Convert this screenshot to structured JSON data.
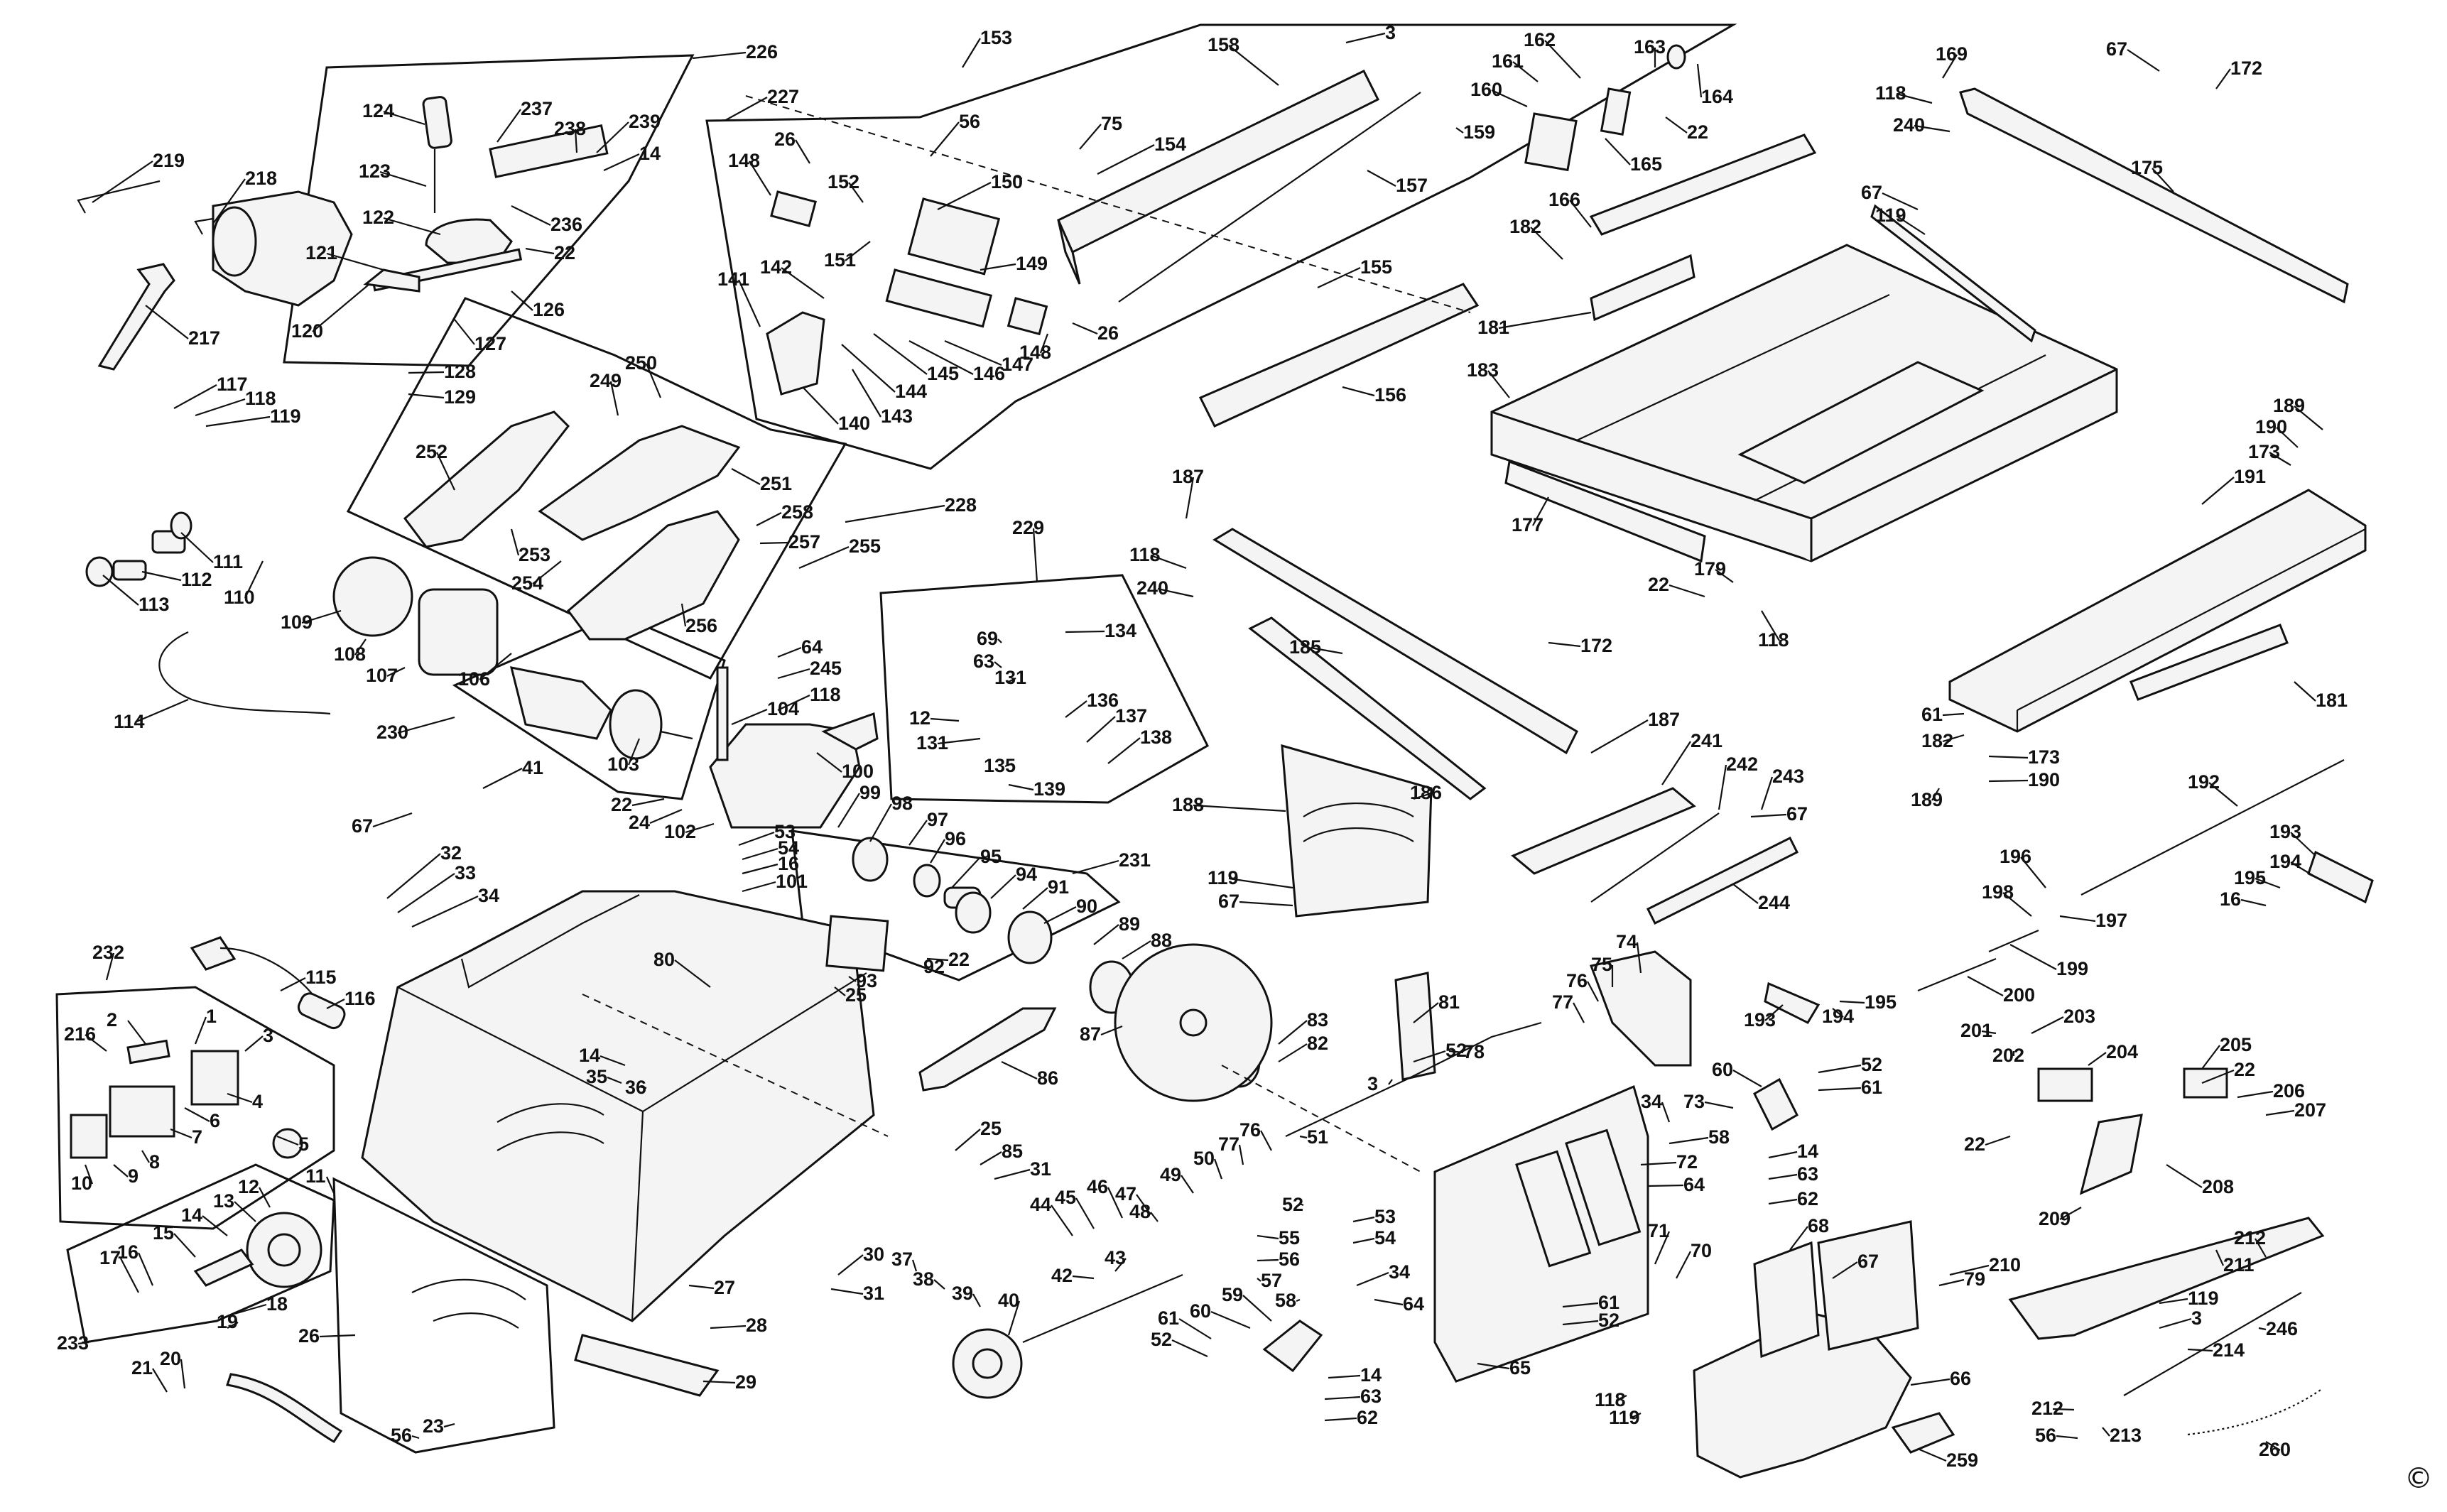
{
  "copyright_mark": "©",
  "part_numbers": [
    "1",
    "2",
    "3",
    "4",
    "5",
    "6",
    "7",
    "8",
    "9",
    "10",
    "11",
    "12",
    "13",
    "14",
    "15",
    "16",
    "17",
    "18",
    "19",
    "20",
    "21",
    "22",
    "23",
    "24",
    "25",
    "26",
    "27",
    "28",
    "29",
    "30",
    "31",
    "32",
    "33",
    "34",
    "35",
    "36",
    "37",
    "38",
    "39",
    "40",
    "41",
    "42",
    "43",
    "44",
    "45",
    "46",
    "47",
    "48",
    "49",
    "50",
    "51",
    "52",
    "53",
    "54",
    "55",
    "56",
    "57",
    "58",
    "59",
    "60",
    "61",
    "62",
    "63",
    "64",
    "65",
    "66",
    "67",
    "68",
    "69",
    "70",
    "71",
    "72",
    "73",
    "74",
    "75",
    "76",
    "77",
    "78",
    "79",
    "80",
    "81",
    "82",
    "83",
    "85",
    "86",
    "87",
    "88",
    "89",
    "90",
    "91",
    "92",
    "93",
    "94",
    "95",
    "96",
    "97",
    "98",
    "99",
    "100",
    "101",
    "102",
    "103",
    "104",
    "106",
    "107",
    "108",
    "109",
    "110",
    "111",
    "112",
    "113",
    "114",
    "115",
    "116",
    "117",
    "118",
    "119",
    "120",
    "121",
    "122",
    "123",
    "124",
    "126",
    "127",
    "128",
    "129",
    "131",
    "134",
    "135",
    "136",
    "137",
    "138",
    "139",
    "140",
    "141",
    "142",
    "143",
    "144",
    "145",
    "146",
    "147",
    "148",
    "149",
    "150",
    "151",
    "152",
    "153",
    "154",
    "155",
    "156",
    "157",
    "158",
    "159",
    "160",
    "161",
    "162",
    "163",
    "164",
    "165",
    "166",
    "169",
    "172",
    "173",
    "175",
    "177",
    "179",
    "181",
    "182",
    "183",
    "185",
    "186",
    "187",
    "188",
    "189",
    "190",
    "191",
    "192",
    "193",
    "194",
    "195",
    "196",
    "197",
    "198",
    "199",
    "200",
    "201",
    "202",
    "203",
    "204",
    "205",
    "206",
    "207",
    "208",
    "209",
    "210",
    "211",
    "212",
    "213",
    "214",
    "216",
    "217",
    "218",
    "219",
    "226",
    "227",
    "228",
    "229",
    "230",
    "231",
    "232",
    "233",
    "236",
    "237",
    "238",
    "239",
    "240",
    "241",
    "242",
    "243",
    "244",
    "245",
    "246",
    "249",
    "250",
    "251",
    "252",
    "253",
    "254",
    "255",
    "256",
    "257",
    "258",
    "259",
    "260"
  ]
}
